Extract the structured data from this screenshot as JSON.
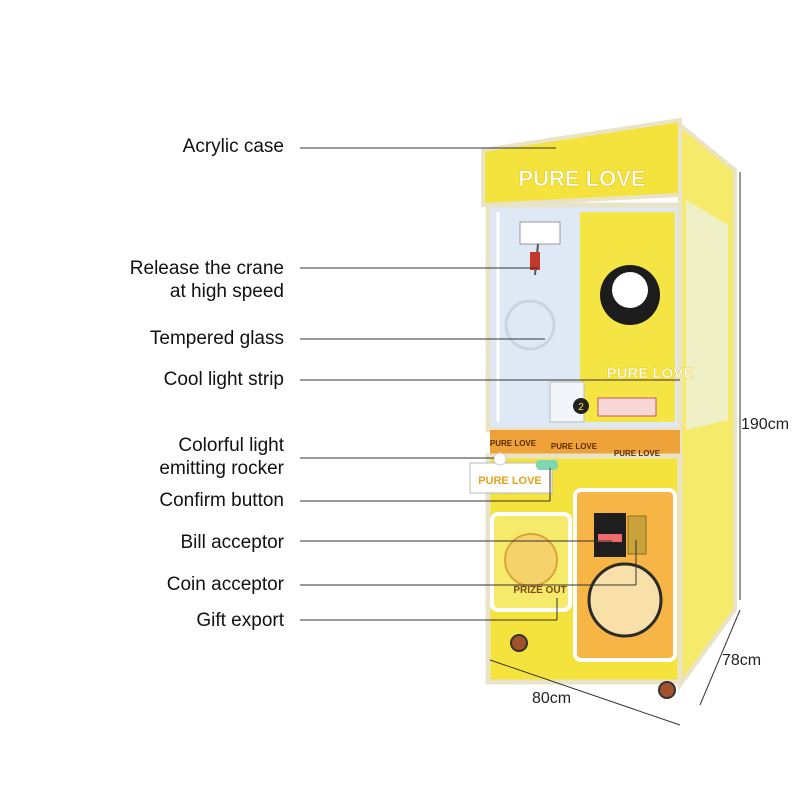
{
  "callouts": [
    {
      "label": "Acrylic case"
    },
    {
      "label": "Release the crane\nat high speed"
    },
    {
      "label": "Tempered glass"
    },
    {
      "label": "Cool light strip"
    },
    {
      "label": "Colorful light\nemitting rocker"
    },
    {
      "label": "Confirm button"
    },
    {
      "label": "Bill acceptor"
    },
    {
      "label": "Coin acceptor"
    },
    {
      "label": "Gift export"
    }
  ],
  "dimensions": {
    "height": "190cm",
    "depth": "78cm",
    "width": "80cm"
  },
  "machine": {
    "brand_top": "PURE LOVE",
    "brand_glass": "PURE LOVE",
    "brand_panel": "PURE LOVE",
    "strip_text": "PURE LOVE",
    "prize_out": "PRIZE OUT",
    "counter": "2"
  },
  "colors": {
    "cabinet": "#f3e33c",
    "cabinet_dark": "#e6c81e",
    "frame": "#e9e4c8",
    "glass": "#dfe9f5",
    "orange": "#f0a23a",
    "line": "#333333"
  }
}
